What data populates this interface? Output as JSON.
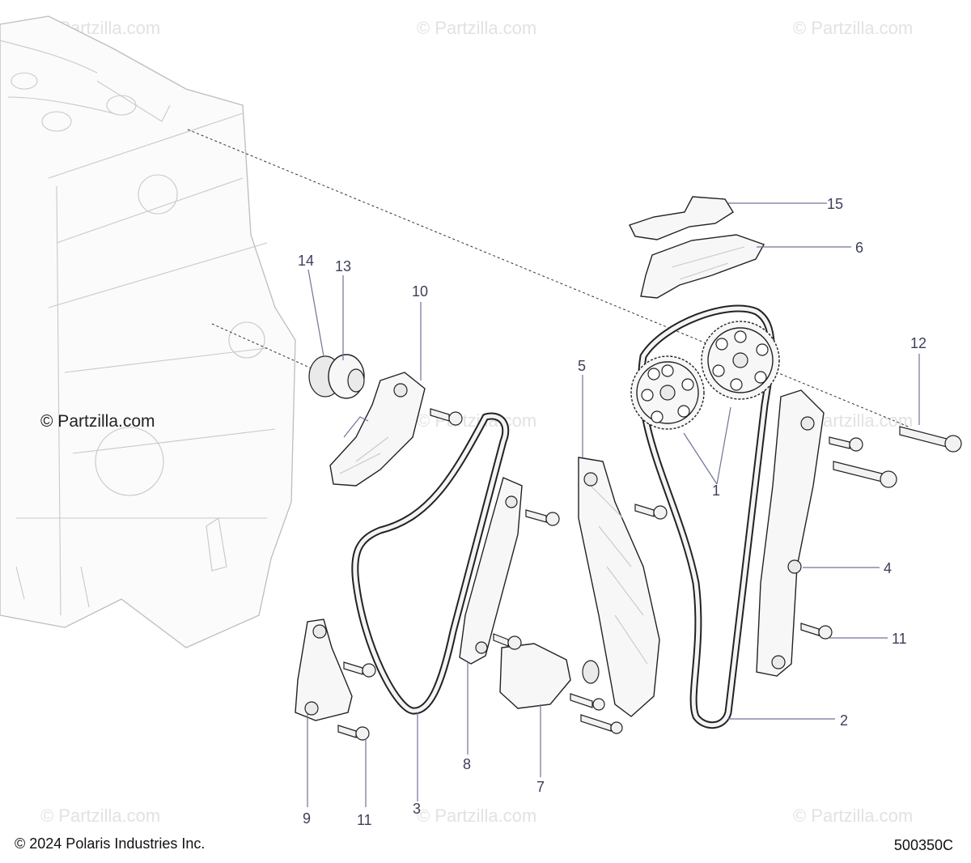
{
  "watermark": "© Partzilla.com",
  "watermark_main": "© Partzilla.com",
  "copyright": "© 2024 Polaris Industries Inc.",
  "diagram_number": "500350C",
  "callouts": {
    "c1": "1",
    "c2": "2",
    "c3": "3",
    "c4": "4",
    "c5": "5",
    "c6": "6",
    "c7": "7",
    "c8": "8",
    "c9": "9",
    "c10": "10",
    "c11a": "11",
    "c11b": "11",
    "c12": "12",
    "c13": "13",
    "c14": "14",
    "c15": "15"
  },
  "colors": {
    "callout": "#3c3f5a",
    "leader": "#6f7396",
    "watermark": "#e2e2e2"
  }
}
